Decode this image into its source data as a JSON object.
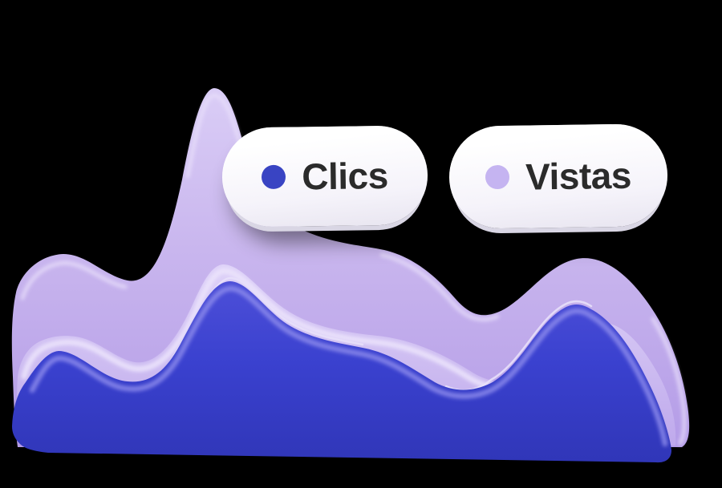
{
  "background_color": "#000000",
  "legend": {
    "items": [
      {
        "label": "Clics",
        "color": "#3944c3",
        "pill_color": "#ffffff",
        "text_color": "#2b2b2b"
      },
      {
        "label": "Vistas",
        "color": "#c5b4f1",
        "pill_color": "#ffffff",
        "text_color": "#2b2b2b"
      }
    ]
  },
  "chart_data": {
    "type": "area",
    "style": "3d-glossy-stacked-waves",
    "x": [
      1,
      2,
      3,
      4,
      5,
      6,
      7,
      8,
      9,
      10
    ],
    "series": [
      {
        "name": "Clics",
        "color": "#3a41cf",
        "values": [
          12,
          27,
          19,
          46,
          35,
          28,
          18,
          24,
          40,
          18
        ]
      },
      {
        "name": "Vistas",
        "color": "#c8b4ee",
        "values": [
          45,
          54,
          46,
          100,
          63,
          56,
          47,
          37,
          53,
          42
        ]
      }
    ],
    "title": "",
    "xlabel": "",
    "ylabel": "",
    "axes_visible": false,
    "grid": false,
    "legend_position": "top-right",
    "palette": {
      "clics_body": "#3a41cf",
      "clics_highlight": "#8d8bec",
      "vistas_back_body": "#c8b4ee",
      "vistas_mid_body": "#cfc0f2",
      "gloss_highlight": "#ece4fc"
    }
  }
}
